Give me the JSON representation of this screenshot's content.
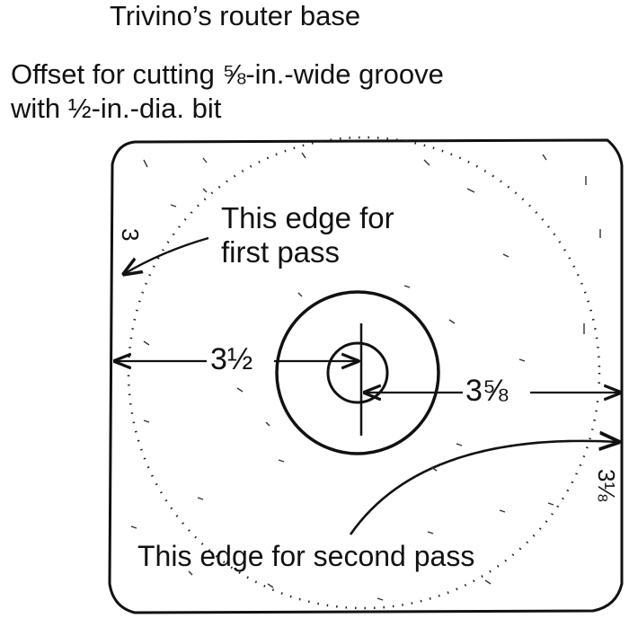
{
  "title": "Trivino’s router base",
  "subtitle_line1": "Offset for cutting ⅝-in.-wide groove",
  "subtitle_line2": "with ½-in.-dia. bit",
  "labels": {
    "first_pass_line1": "This edge for",
    "first_pass_line2": "first pass",
    "second_pass": "This edge for second pass"
  },
  "dimensions": {
    "left_offset": "3½",
    "right_offset": "3⅝",
    "left_edge": "3",
    "right_edge": "3⅛"
  }
}
